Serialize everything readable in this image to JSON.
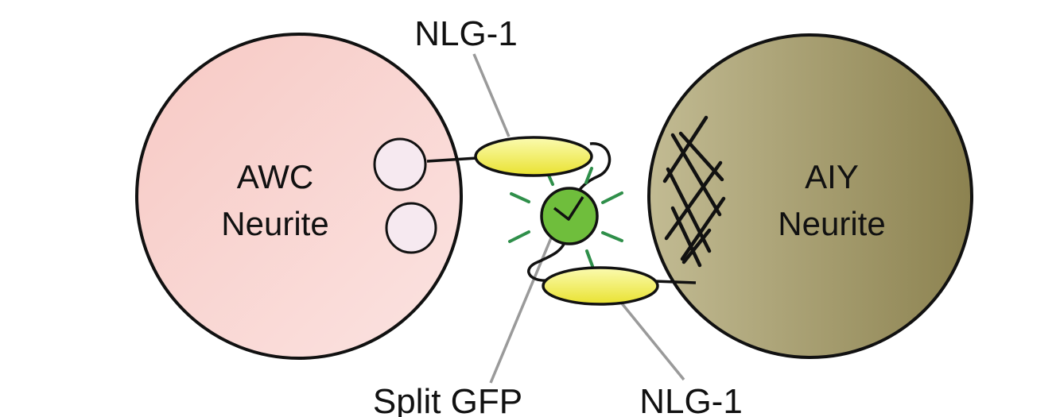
{
  "labels": {
    "awc_line1": "AWC",
    "awc_line2": "Neurite",
    "aiy_line1": "AIY",
    "aiy_line2": "Neurite",
    "nlg_top": "NLG-1",
    "nlg_bottom": "NLG-1",
    "split_gfp": "Split GFP"
  },
  "colors": {
    "awc_fill_start": "#f7c9c4",
    "awc_fill_end": "#fbe3e1",
    "aiy_fill_start": "#c2bb93",
    "aiy_fill_end": "#8c8250",
    "vesicle_fill": "#f6e9f0",
    "nlg_fill_start": "#fbfbb0",
    "nlg_fill_end": "#e9e230",
    "gfp_fill": "#6fbe3c",
    "gfp_rays": "#2f8f4a",
    "leader_line": "#9a9a9a",
    "outline": "#111111"
  }
}
